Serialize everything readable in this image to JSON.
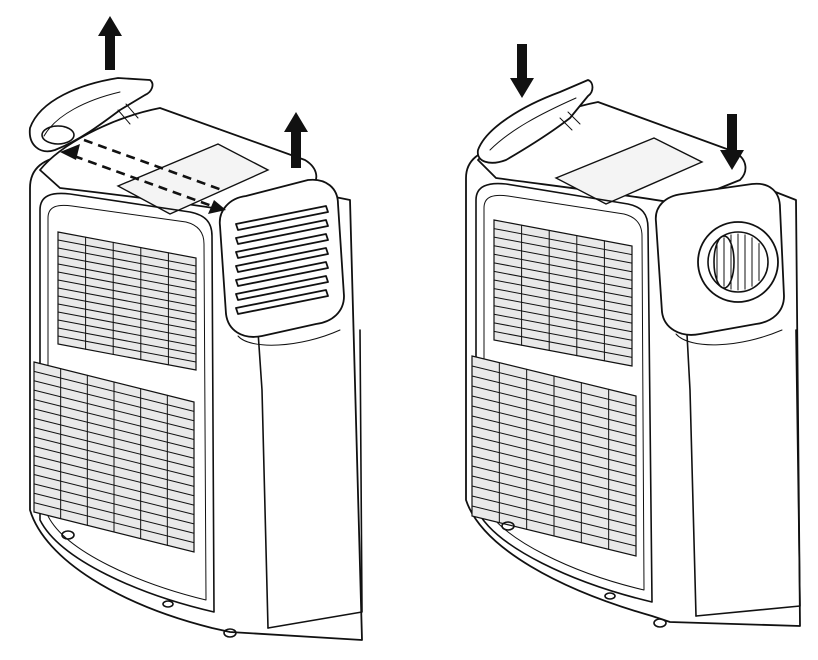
{
  "figure": {
    "panels": [
      {
        "id": "left-unit",
        "grille_rows_upper": 14,
        "grille_rows_lower": 16
      },
      {
        "id": "right-unit",
        "grille_rows_upper": 14,
        "grille_rows_lower": 16
      }
    ],
    "colors": {
      "line": "#111111",
      "background": "#ffffff",
      "grille": "#e9e9e9"
    },
    "icons": [
      "arrow-up-icon",
      "arrow-down-icon",
      "double-dashed-arrow-icon"
    ]
  }
}
